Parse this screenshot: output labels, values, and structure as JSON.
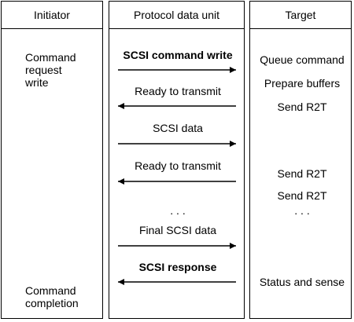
{
  "columns": {
    "initiator": "Initiator",
    "pdu": "Protocol data unit",
    "target": "Target"
  },
  "initiator_text": {
    "command_request": "Command request write",
    "command_completion": "Command completion"
  },
  "pdu_labels": [
    {
      "text": "SCSI command write",
      "bold": true,
      "direction": "right"
    },
    {
      "text": "Ready to transmit",
      "bold": false,
      "direction": "left"
    },
    {
      "text": "SCSI data",
      "bold": false,
      "direction": "right"
    },
    {
      "text": "Ready to transmit",
      "bold": false,
      "direction": "left"
    },
    {
      "text": ". . .",
      "bold": false,
      "direction": "none"
    },
    {
      "text": "Final SCSI data",
      "bold": false,
      "direction": "right"
    },
    {
      "text": "SCSI response",
      "bold": true,
      "direction": "left"
    }
  ],
  "target_text": [
    "Queue command",
    "Prepare buffers",
    "Send R2T",
    "Send R2T",
    "Send R2T",
    ". . .",
    "Status and sense"
  ]
}
